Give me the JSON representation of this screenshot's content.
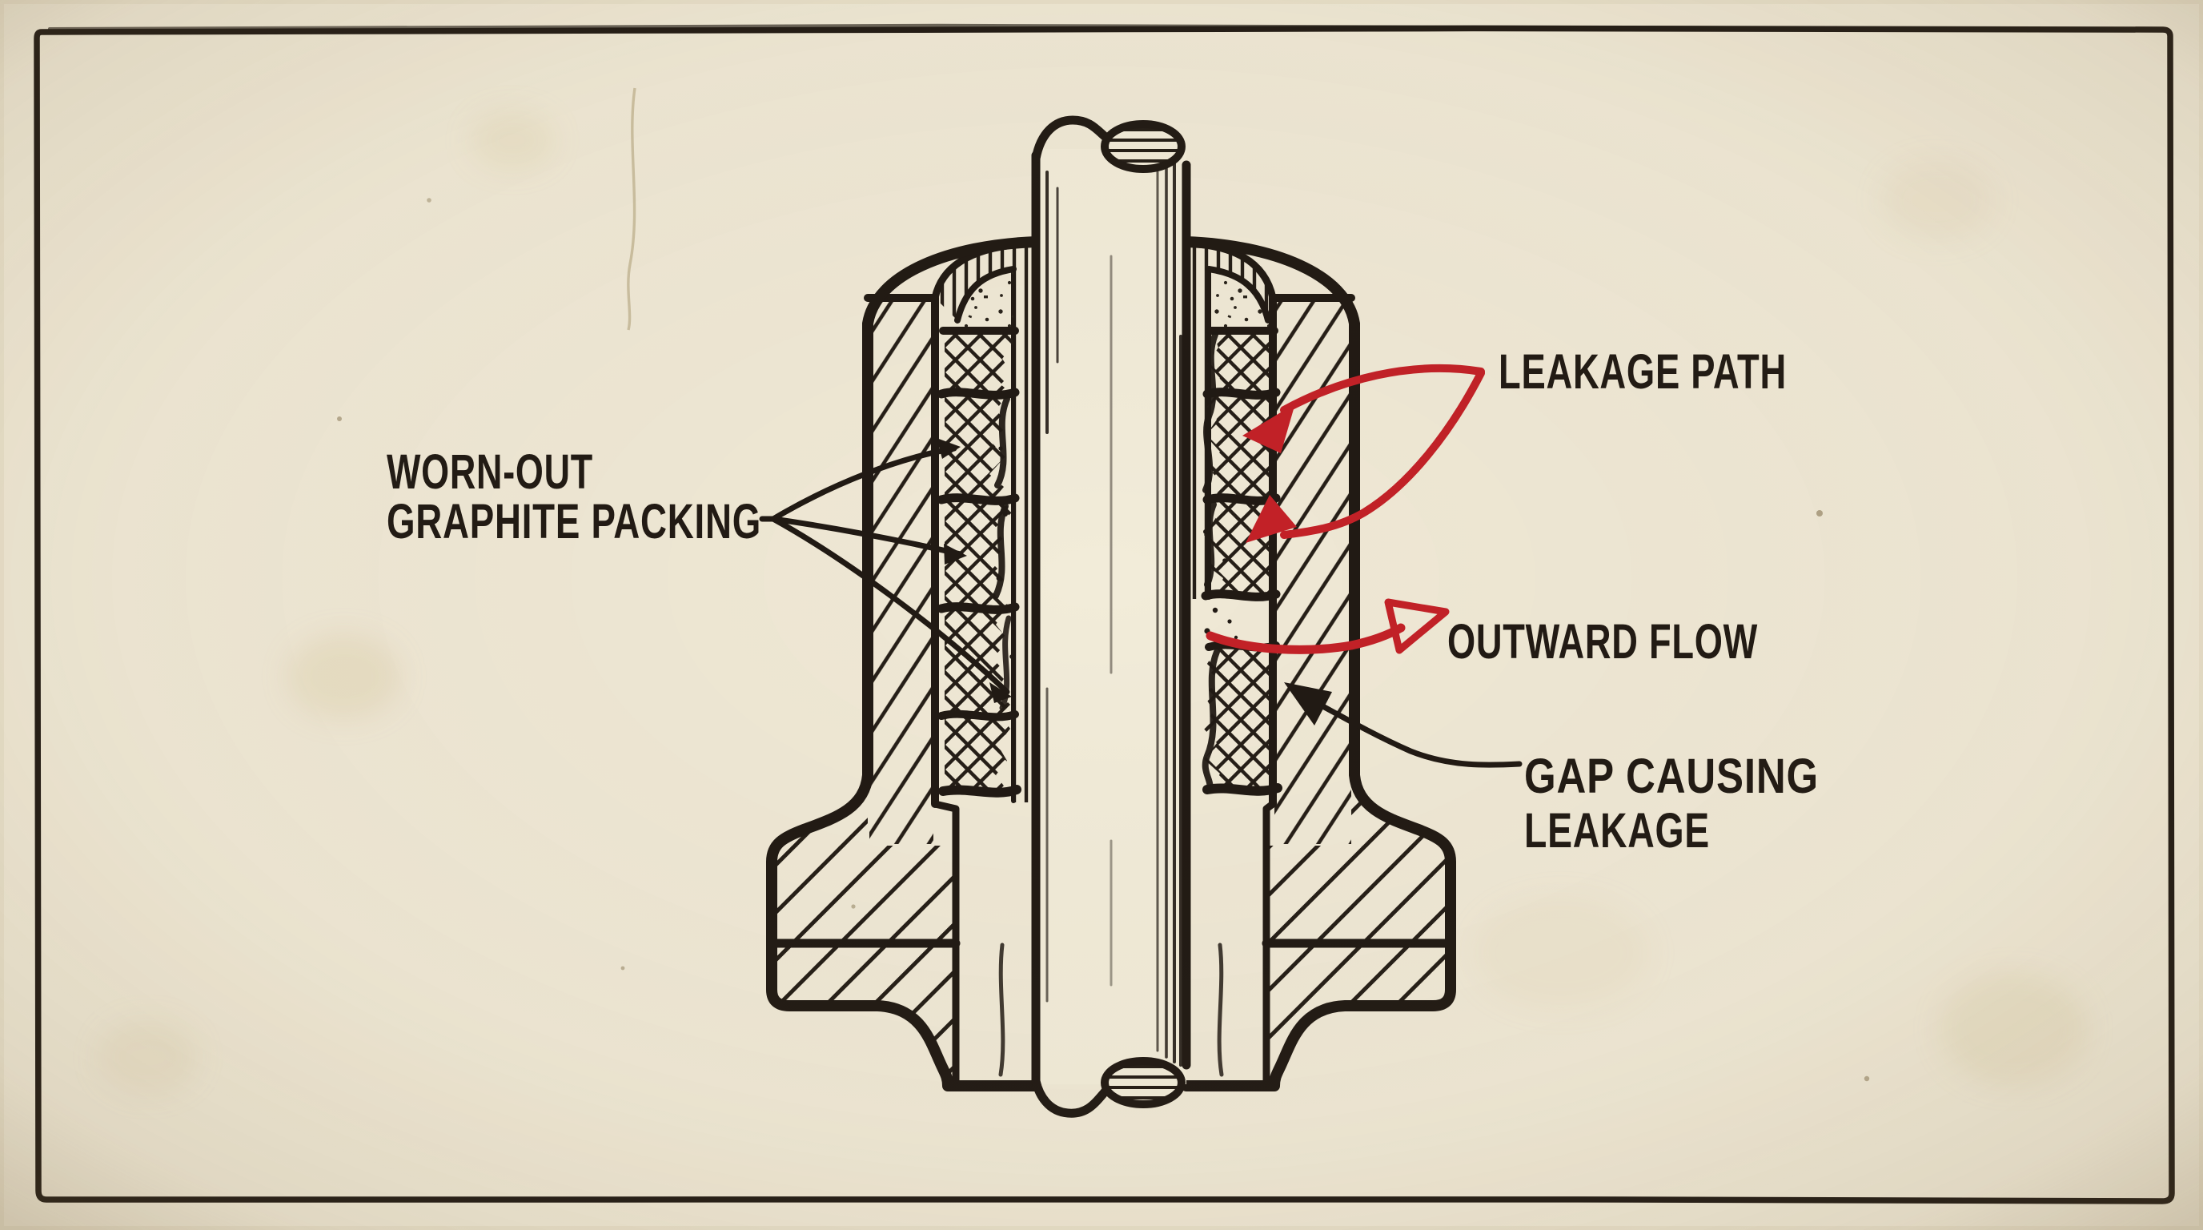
{
  "drawing": {
    "type": "technical-cutaway-diagram",
    "subject": "Valve stem stuffing box cross-section showing worn graphite packing and leakage",
    "style": "hand-drawn ink on aged cream paper"
  },
  "canvas": {
    "paper_color": "#f0e9d6",
    "margin_color": "#e9e1cb",
    "ink_color": "#211a14",
    "accent_red": "#c32127",
    "stipple_color": "#2a231b"
  },
  "labels": {
    "worn_packing": {
      "line1": "WORN-OUT",
      "line2": "GRAPHITE PACKING"
    },
    "leakage_path": {
      "text": "LEAKAGE PATH"
    },
    "outward_flow": {
      "text": "OUTWARD FLOW"
    },
    "gap_leakage": {
      "line1": "GAP CAUSING",
      "line2": "LEAKAGE"
    }
  },
  "annotations": {
    "leakage_path_arrows": "two red curved arrows pointing into gaps beside the stem",
    "outward_flow_arrow": "red swoosh with open arrowhead showing flow escaping outward",
    "gap_leakage_arrow": "black curved leader pointing at gap below worn packing",
    "worn_packing_leader": "three-line black leader fanning to the packing rings"
  }
}
